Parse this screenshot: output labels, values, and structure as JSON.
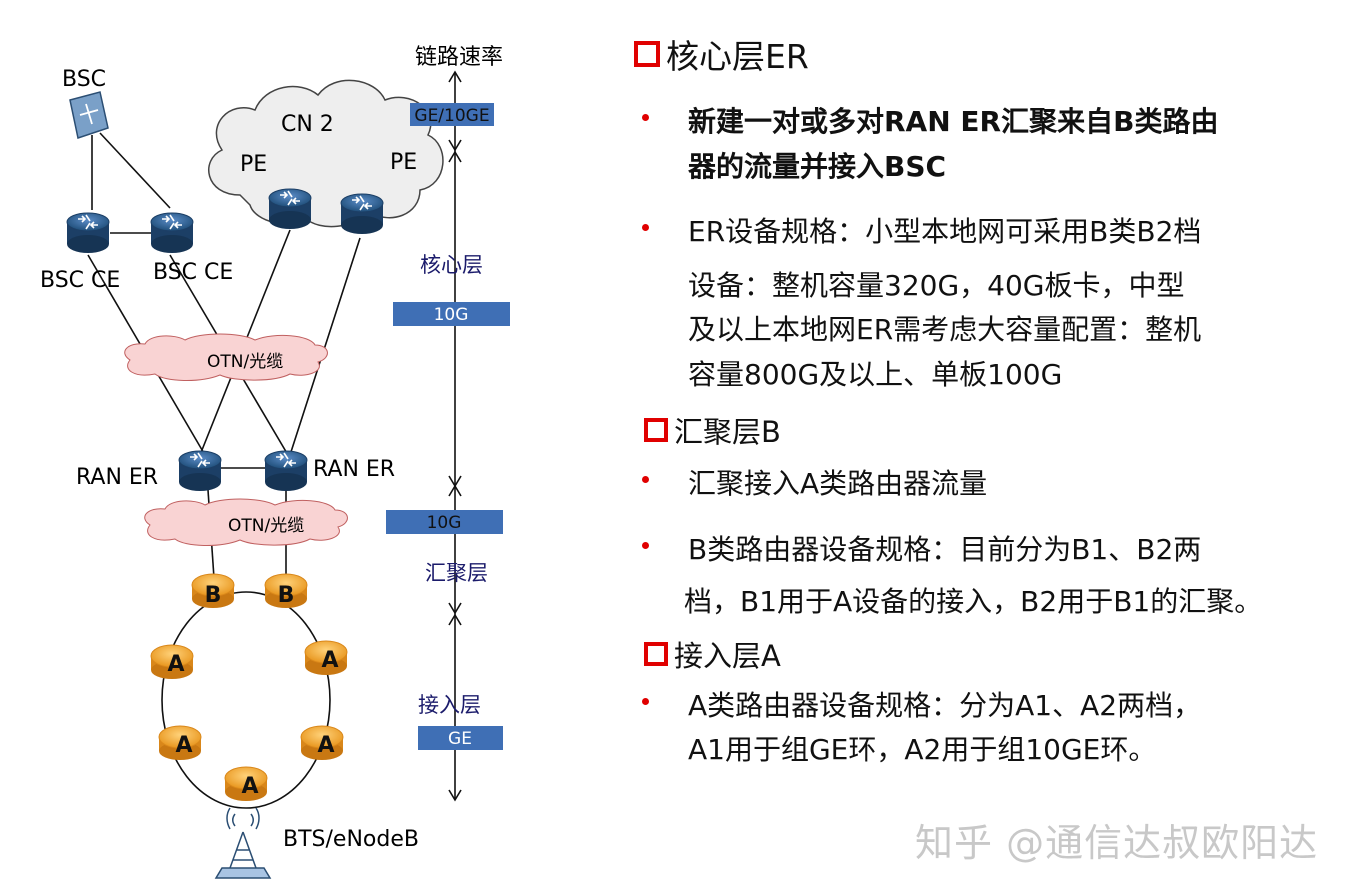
{
  "diagram": {
    "bsc": "BSC",
    "bsc_ce_left": "BSC CE",
    "bsc_ce_right": "BSC CE",
    "cn": "CN 2",
    "pe_left": "PE",
    "pe_right": "PE",
    "otn_top": "OTN/光缆",
    "otn_bottom": "OTN/光缆",
    "ran_er_left": "RAN ER",
    "ran_er_right": "RAN ER",
    "b_label": "B",
    "a_label": "A",
    "bts": "BTS/eNodeB",
    "rate_title": "链路速率",
    "rate_ge10ge": "GE/10GE",
    "core_layer": "核心层",
    "rate_10g_1": "10G",
    "rate_10g_2": "10G",
    "agg_layer": "汇聚层",
    "access_layer": "接入层",
    "rate_ge": "GE"
  },
  "right": {
    "h1": "核心层ER",
    "h1_b1_l1": "新建一对或多对RAN ER汇聚来自B类路由",
    "h1_b1_l2": "器的流量并接入BSC",
    "h1_b2_l1": "ER设备规格：小型本地网可采用B类B2档",
    "h1_b2_l2": "设备：整机容量320G，40G板卡，中型",
    "h1_b2_l3": "及以上本地网ER需考虑大容量配置：整机",
    "h1_b2_l4": "容量800G及以上、单板100G",
    "h2": "汇聚层B",
    "h2_b1": "汇聚接入A类路由器流量",
    "h2_b2_l1": "B类路由器设备规格：目前分为B1、B2两",
    "h2_b2_l2": "档，B1用于A设备的接入，B2用于B1的汇聚。",
    "h3": "接入层A",
    "h3_b1_l1": "A类路由器设备规格：分为A1、A2两档，",
    "h3_b1_l2": "A1用于组GE环，A2用于组10GE环。"
  },
  "watermark": "知乎 @通信达叔欧阳达",
  "colors": {
    "accent_red": "#e00000",
    "rate_box": "#3f6fb5",
    "cloud_pink": "#f9d3d3",
    "router_blue": "#1f4e79",
    "router_orange": "#f0a030",
    "layer_text": "#1b1b6b"
  }
}
